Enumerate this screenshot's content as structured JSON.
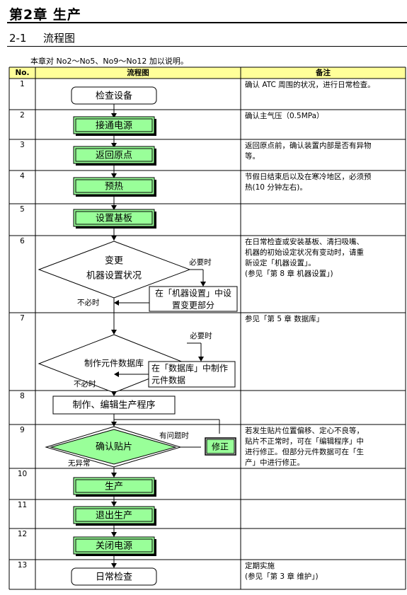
{
  "header": {
    "chapter_title": "第2章 生产",
    "section_number": "2-1",
    "section_title": "流程图",
    "intro": "本章对 No2～No5、No9～No12 加以说明。"
  },
  "table": {
    "col_no": "No.",
    "col_flow": "流程图",
    "col_note": "备注"
  },
  "rows": [
    {
      "no": "1",
      "box": "检查设备",
      "note": [
        "确认 ATC 周围的状况，进行日常检查。"
      ]
    },
    {
      "no": "2",
      "box": "接通电源",
      "note": [
        "确认主气压（0.5MPa）"
      ]
    },
    {
      "no": "3",
      "box": "返回原点",
      "note": [
        "返回原点前，确认装置内部是否有异物",
        "等。"
      ]
    },
    {
      "no": "4",
      "box": "预热",
      "note": [
        "节假日结束后以及在寒冷地区，必须预",
        "热(10 分钟左右)。"
      ]
    },
    {
      "no": "5",
      "box": "设置基板",
      "note": []
    },
    {
      "no": "6",
      "decision": [
        "变更",
        "机器设置状况"
      ],
      "yes": "必要时",
      "no_label": "不必时",
      "side": [
        "在「机器设置」中设",
        "置变更部分"
      ],
      "note": [
        "在日常检查或安装基板、清扫吸嘴、",
        "机器的初始设定状况有变动时，请重",
        "新设定「机器设置」。",
        "(参见「第 8 章 机器设置」)"
      ]
    },
    {
      "no": "7",
      "decision": [
        "制作元件数据库"
      ],
      "yes": "必要时",
      "no_label": "不必时",
      "side": [
        "在「数据库」中制作",
        "元件数据"
      ],
      "note": [
        "参见「第 5 章 数据库」"
      ]
    },
    {
      "no": "8",
      "box": "制作、编辑生产程序",
      "note": []
    },
    {
      "no": "9",
      "decision": [
        "确认贴片"
      ],
      "yes": "有问题时",
      "no_label": "无异常",
      "side": [
        "修正"
      ],
      "note": [
        "若发生贴片位置偏移、定心不良等，",
        "贴片不正常时，可在「编辑程序」中",
        "进行修正。但部分元件数据可在「生",
        "产」中进行修正。"
      ]
    },
    {
      "no": "10",
      "box": "生产",
      "note": []
    },
    {
      "no": "11",
      "box": "退出生产",
      "note": []
    },
    {
      "no": "12",
      "box": "关闭电源",
      "note": []
    },
    {
      "no": "13",
      "box": "日常检查",
      "note": [
        "定期实施",
        "(参见「第 3 章 维护」)"
      ]
    }
  ],
  "colors": {
    "header_fill": "#ffff99",
    "green_fill": "#99ff99",
    "line": "#000000"
  }
}
